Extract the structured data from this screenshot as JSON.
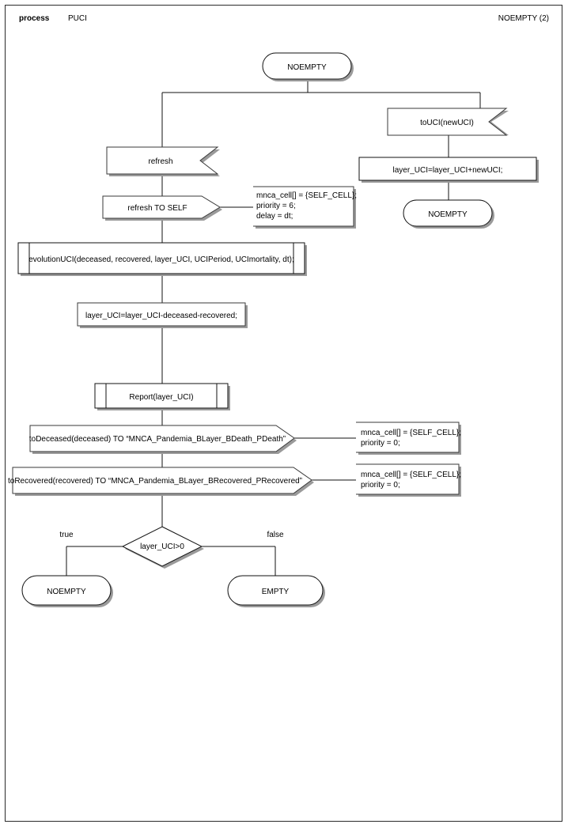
{
  "page": {
    "header": {
      "keyword": "process",
      "process_name": "PUCI",
      "state_ref": "NOEMPTY (2)"
    }
  },
  "diagram": {
    "type": "sdl-process-flowchart",
    "nodes": [
      {
        "id": "state_start",
        "kind": "state",
        "label": "NOEMPTY"
      },
      {
        "id": "input_refresh",
        "kind": "input-signal",
        "label": "refresh"
      },
      {
        "id": "output_refresh_self",
        "kind": "output-signal",
        "label": "refresh TO SELF"
      },
      {
        "id": "comment_refresh_self",
        "kind": "comment",
        "lines": [
          "mnca_cell[] = {SELF_CELL};",
          "priority = 6;",
          "delay = dt;"
        ]
      },
      {
        "id": "proc_evolution",
        "kind": "procedure-call",
        "label": "evolutionUCI(deceased, recovered, layer_UCI, UCIPeriod, UCImortality, dt);"
      },
      {
        "id": "task_layer_sub",
        "kind": "task",
        "label": "layer_UCI=layer_UCI-deceased-recovered;"
      },
      {
        "id": "proc_report",
        "kind": "procedure-call",
        "label": "Report(layer_UCI)"
      },
      {
        "id": "output_deceased",
        "kind": "output-signal",
        "label": "toDeceased(deceased) TO “MNCA_Pandemia_BLayer_BDeath_PDeath”"
      },
      {
        "id": "comment_deceased",
        "kind": "comment",
        "lines": [
          "mnca_cell[] = {SELF_CELL};",
          "priority = 0;"
        ]
      },
      {
        "id": "output_recovered",
        "kind": "output-signal",
        "label": "toRecovered(recovered) TO “MNCA_Pandemia_BLayer_BRecovered_PRecovered”"
      },
      {
        "id": "comment_recovered",
        "kind": "comment",
        "lines": [
          "mnca_cell[] = {SELF_CELL};",
          "priority = 0;"
        ]
      },
      {
        "id": "decision_layer",
        "kind": "decision",
        "label": "layer_UCI>0"
      },
      {
        "id": "branch_true",
        "kind": "branch-label",
        "label": "true"
      },
      {
        "id": "branch_false",
        "kind": "branch-label",
        "label": "false"
      },
      {
        "id": "state_noempty_true",
        "kind": "state",
        "label": "NOEMPTY"
      },
      {
        "id": "state_empty_false",
        "kind": "state",
        "label": "EMPTY"
      },
      {
        "id": "input_touci",
        "kind": "input-signal",
        "label": "toUCI(newUCI)"
      },
      {
        "id": "task_layer_add",
        "kind": "task",
        "label": "layer_UCI=layer_UCI+newUCI;"
      },
      {
        "id": "state_noempty_right",
        "kind": "state",
        "label": "NOEMPTY"
      }
    ]
  }
}
